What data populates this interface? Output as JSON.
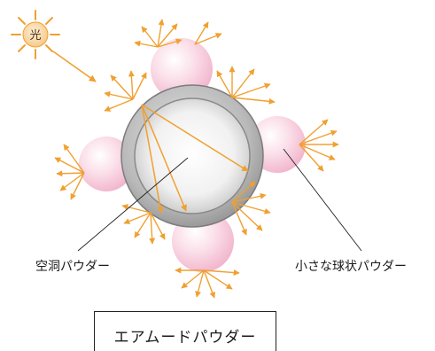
{
  "diagram": {
    "light_label": "光",
    "hollow_powder_label": "空洞パウダー",
    "spherical_powder_label": "小さな球状パウダー",
    "title": "エアムードパウダー"
  },
  "colors": {
    "arrow": "#f0a030",
    "sun_fill": "#fbd9a4",
    "sun_rays": "#f0a030",
    "pink_sphere": "#f6c4d8",
    "shell_gray": "#8c8c8c",
    "core_white": "#fafafa"
  }
}
